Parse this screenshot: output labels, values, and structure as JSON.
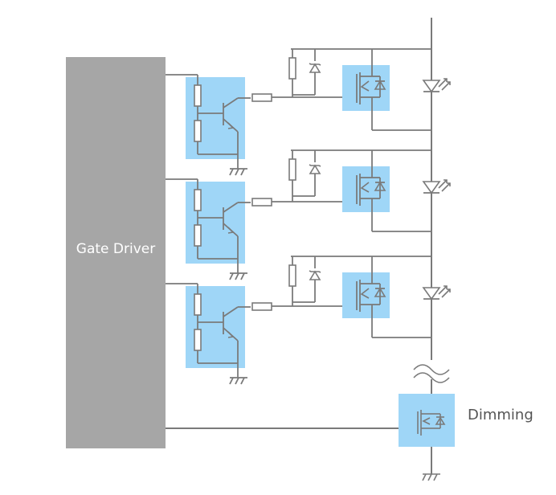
{
  "diagram": {
    "title": "LED gate driver circuit",
    "gate_driver": {
      "label": "Gate Driver",
      "color": "#a6a6a6",
      "text_color": "#ffffff"
    },
    "dimming": {
      "label": "Dimming"
    },
    "colors": {
      "wire": "#7a7a7a",
      "highlight": "#9fd6f7"
    },
    "stages": [
      {
        "name": "stage-1",
        "components": [
          "bias-resistors",
          "npn-transistor",
          "series-resistor",
          "resistor",
          "zener-diode",
          "mosfet-with-body-diode",
          "led"
        ]
      },
      {
        "name": "stage-2",
        "components": [
          "bias-resistors",
          "npn-transistor",
          "series-resistor",
          "resistor",
          "zener-diode",
          "mosfet-with-body-diode",
          "led"
        ]
      },
      {
        "name": "stage-3",
        "components": [
          "bias-resistors",
          "npn-transistor",
          "series-resistor",
          "resistor",
          "zener-diode",
          "mosfet-with-body-diode",
          "led"
        ]
      }
    ],
    "symbols": [
      "ground-icon",
      "break-icon",
      "led-icon",
      "mosfet-icon",
      "zener-icon",
      "resistor-icon",
      "npn-transistor-icon"
    ]
  }
}
